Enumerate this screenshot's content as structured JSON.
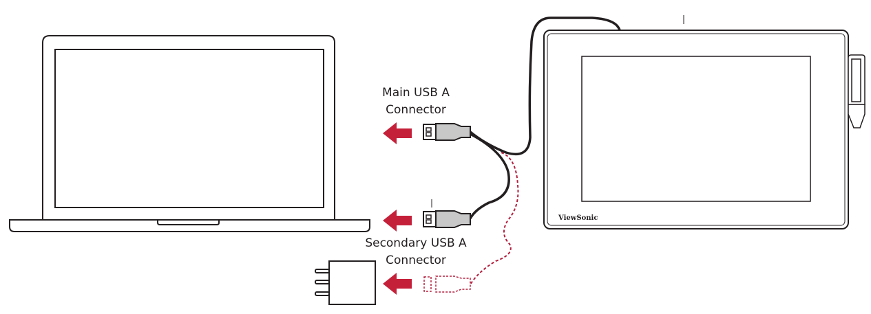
{
  "labels": {
    "main_connector": [
      "Main USB A",
      "Connector"
    ],
    "secondary_connector": [
      "Secondary USB A",
      "Connector"
    ]
  },
  "device_brand": "ViewSonic",
  "colors": {
    "arrow": "#c5203a",
    "outline": "#231f20",
    "connector_fill": "#c8c8c8",
    "power_cable": "#b3203f"
  },
  "icons": [
    "laptop-icon",
    "pen-display-icon",
    "stylus-icon",
    "usb-a-connector-icon",
    "power-adapter-icon",
    "arrow-left-icon"
  ]
}
